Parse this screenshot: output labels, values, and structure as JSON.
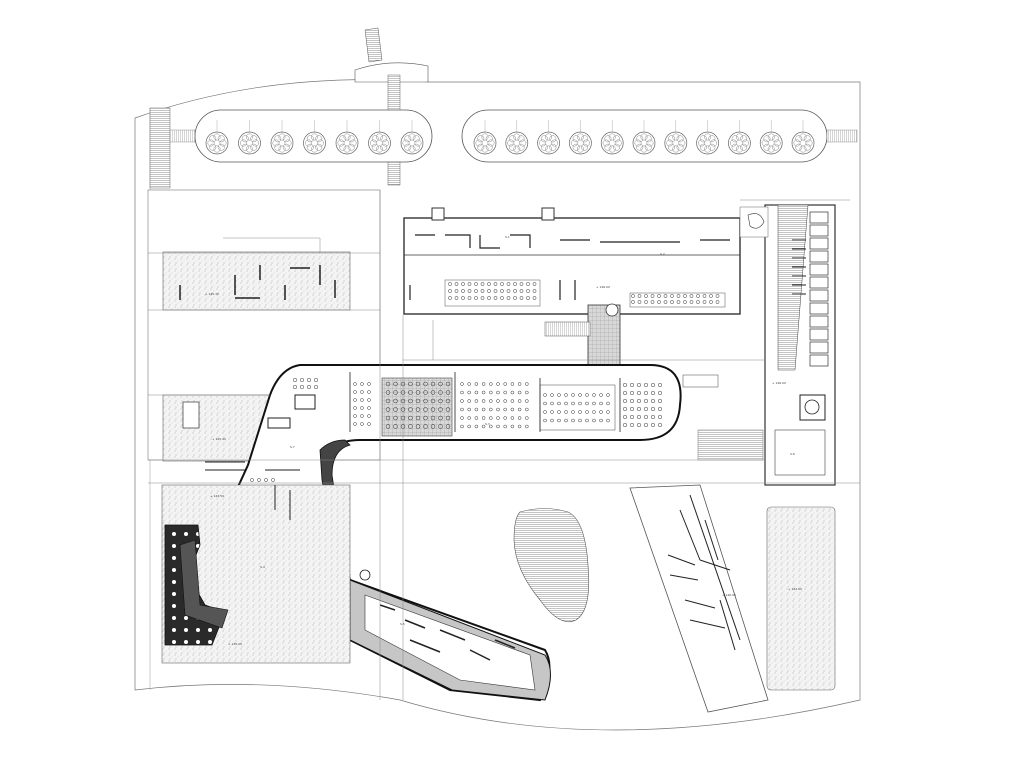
{
  "levels": {
    "west_court": "+ 145.70",
    "west_mid": "+ 145.30",
    "west_lower": "+ 143.50",
    "southwest": "+ 145.00",
    "north_block": "+ 146.00",
    "east_tower": "+ 146.00",
    "south_slab": "+ 146.00",
    "east_field": "+ 142.50"
  },
  "room_labels": {
    "a": "S.1",
    "b": "S.2",
    "c": "S.3",
    "d": "S.4",
    "e": "S.5",
    "f": "S.6",
    "g": "S.7"
  },
  "colors": {
    "line": "#555555",
    "hatch": "#bdbdbd",
    "dark": "#222222",
    "tree": "#7a7a7a"
  }
}
